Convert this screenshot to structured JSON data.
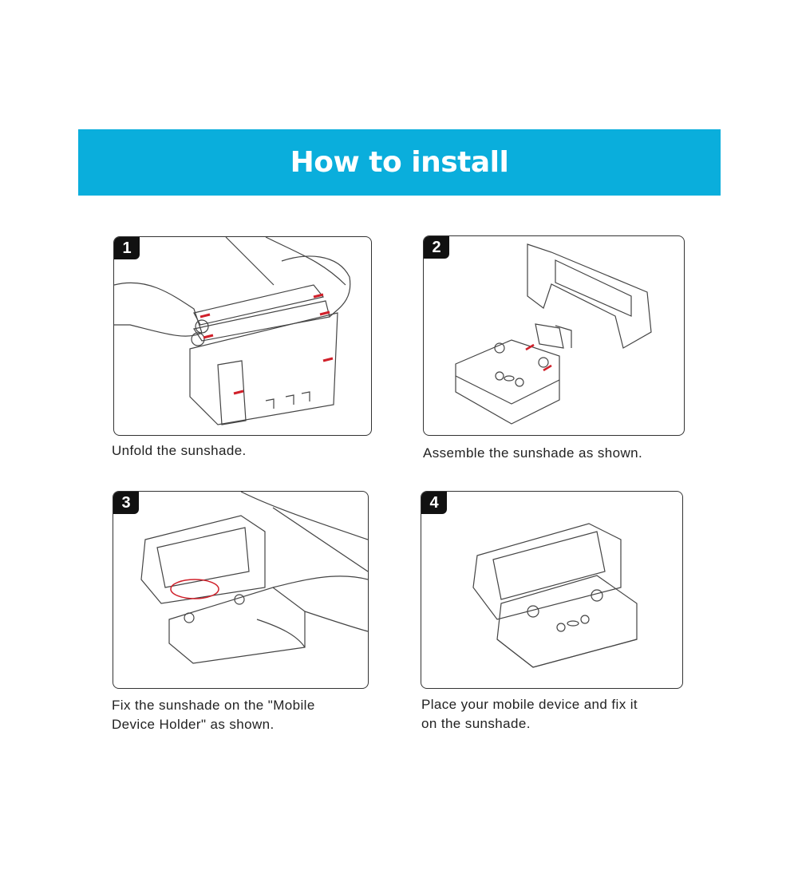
{
  "banner": {
    "title": "How to install",
    "color": "#0aaedc"
  },
  "steps": [
    {
      "number": "1",
      "caption": "Unfold the sunshade."
    },
    {
      "number": "2",
      "caption": "Assemble the sunshade as shown."
    },
    {
      "number": "3",
      "caption_line1": "Fix the sunshade on the \"Mobile",
      "caption_line2": "Device Holder\" as shown."
    },
    {
      "number": "4",
      "caption_line1": "Place your mobile device and fix it",
      "caption_line2": "on the sunshade."
    }
  ],
  "colors": {
    "arrow": "#d0202a",
    "line": "#444444"
  }
}
